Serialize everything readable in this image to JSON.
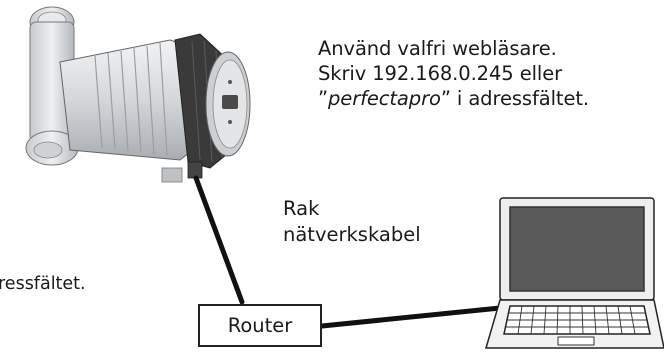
{
  "instructions": {
    "line1": "Använd valfri webläsare.",
    "line2": "Skriv 192.168.0.245 eller",
    "line3_quote_open": "”",
    "line3_italic": "perfectapro",
    "line3_rest": "” i adressfältet."
  },
  "cable_label": {
    "line1": "Rak",
    "line2": "nätverkskabel"
  },
  "router_label": "Router",
  "partial_text": "ressfältet.",
  "icons": {
    "pump": "circulation-pump",
    "laptop": "laptop-computer"
  },
  "colors": {
    "line": "#111111",
    "pump_body": "#d9dcdf",
    "pump_band": "#3a3a3a"
  }
}
